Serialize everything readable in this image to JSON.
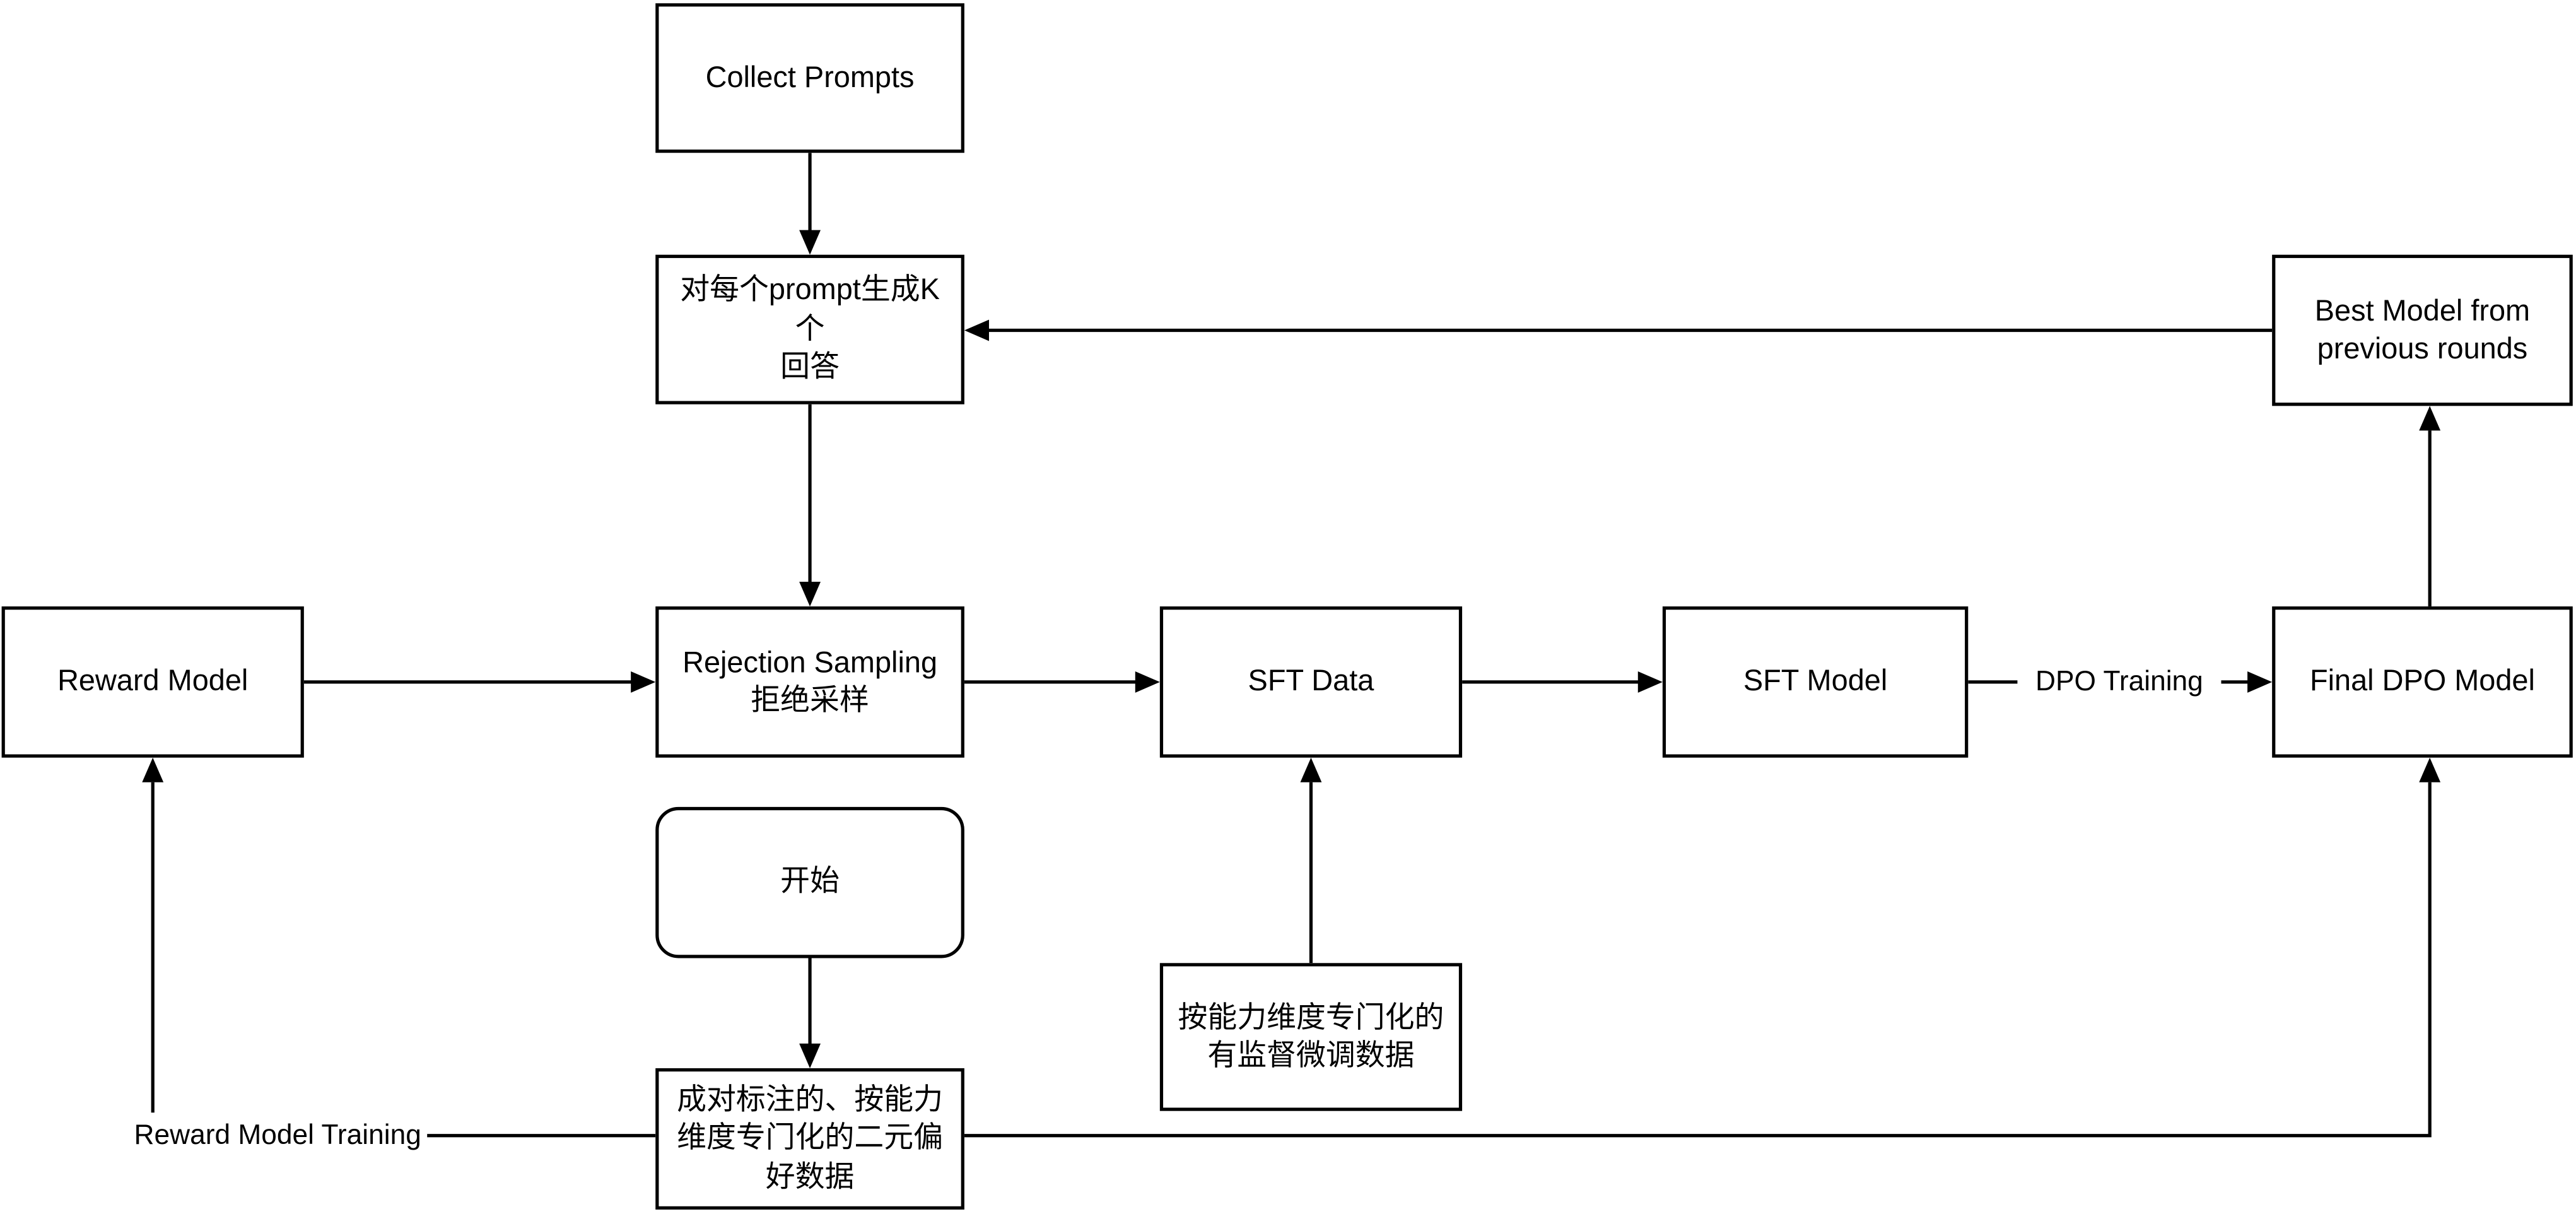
{
  "nodes": {
    "collect_prompts": {
      "label": "Collect Prompts"
    },
    "generate_k": {
      "label": "对每个prompt生成K个\n回答"
    },
    "best_model": {
      "label": "Best Model from\nprevious rounds"
    },
    "reward_model": {
      "label": "Reward Model"
    },
    "rejection_sampling": {
      "label": "Rejection Sampling\n拒绝采样"
    },
    "sft_data": {
      "label": "SFT Data"
    },
    "sft_model": {
      "label": "SFT Model"
    },
    "final_dpo_model": {
      "label": "Final DPO Model"
    },
    "start": {
      "label": "开始"
    },
    "supervised_data": {
      "label": "按能力维度专门化的\n有监督微调数据"
    },
    "preference_data": {
      "label": "成对标注的、按能力\n维度专门化的二元偏\n好数据"
    }
  },
  "edge_labels": {
    "dpo_training": "DPO Training",
    "reward_model_training": "Reward Model Training"
  },
  "colors": {
    "background": "#ffffff",
    "stroke": "#000000",
    "box_fill": "#ffffff",
    "text": "#000000"
  }
}
